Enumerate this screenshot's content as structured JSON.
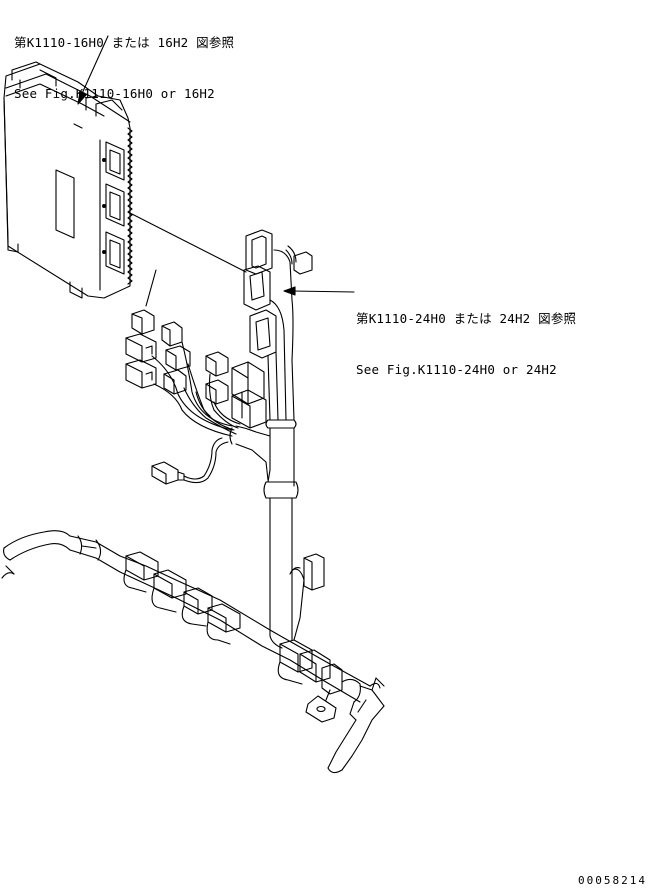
{
  "callouts": {
    "top": {
      "jp": "第K1110-16H0 または 16H2 図参照",
      "en": "See Fig.K1110-16H0 or 16H2"
    },
    "right": {
      "jp": "第K1110-24H0 または 24H2 図参照",
      "en": "See Fig.K1110-24H0 or 24H2"
    }
  },
  "drawing_number": "00058214"
}
